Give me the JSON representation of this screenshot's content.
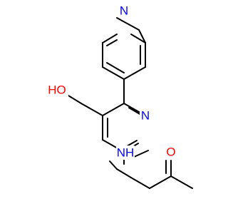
{
  "molecule": {
    "atoms": [
      {
        "id": "N_pyr_top",
        "symbol": "N",
        "color": "#0000ff"
      },
      {
        "id": "O_hydroxyl",
        "symbol": "HO",
        "color": "#ff0000"
      },
      {
        "id": "N_pyr_ring",
        "symbol": "N",
        "color": "#0000ff"
      },
      {
        "id": "O_carbonyl",
        "symbol": "O",
        "color": "#ff0000"
      },
      {
        "id": "N_amide",
        "symbol": "NH",
        "sub_label": "H",
        "color": "#0000ff"
      }
    ],
    "bond_color": "#000000"
  }
}
